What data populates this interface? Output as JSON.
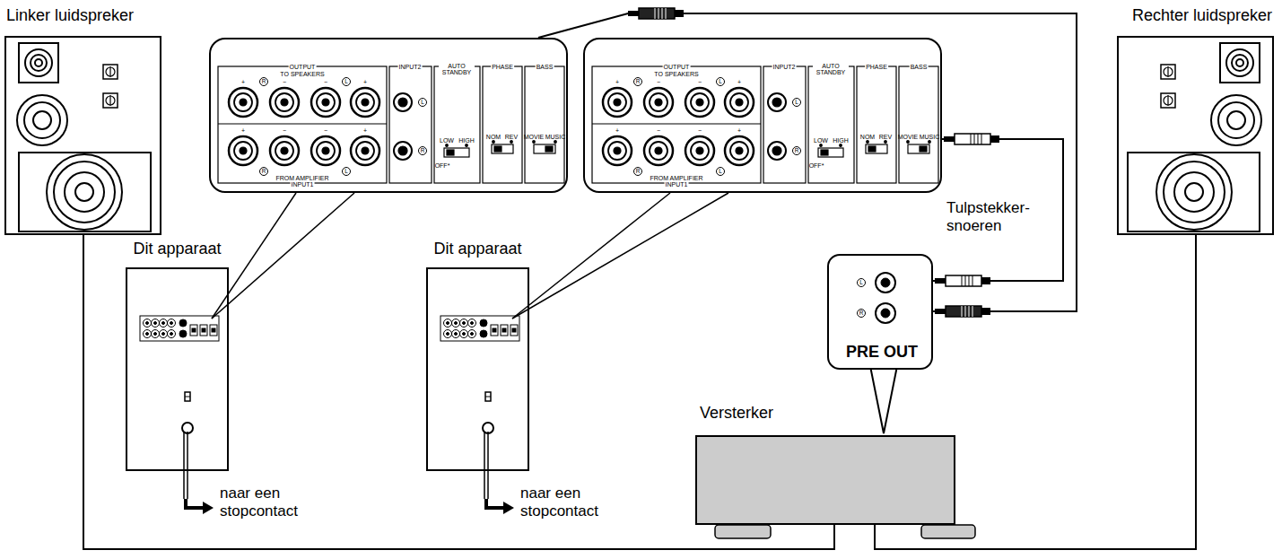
{
  "diagram": {
    "nodes": [
      {
        "text": [
          "Linker luidspreker"
        ]
      },
      {
        "text": [
          "OUTPUT",
          "TO SPEAKERS",
          "+",
          "R",
          "−",
          "−",
          "L",
          "+",
          "+",
          "−",
          "−",
          "+",
          "R",
          "L",
          "FROM AMPLIFIER",
          "INPUT1",
          "INPUT2",
          "L",
          "R",
          "AUTO STANDBY",
          "LOW",
          "HIGH",
          "OFF*",
          "PHASE",
          "NOM",
          "REV",
          "BASS",
          "MOVIE",
          "MUSIC"
        ]
      },
      {
        "text": [
          "OUTPUT",
          "TO SPEAKERS",
          "+",
          "R",
          "−",
          "−",
          "L",
          "+",
          "+",
          "−",
          "−",
          "+",
          "R",
          "L",
          "FROM AMPLIFIER",
          "INPUT1",
          "INPUT2",
          "L",
          "R",
          "AUTO STANDBY",
          "LOW",
          "HIGH",
          "OFF*",
          "PHASE",
          "NOM",
          "REV",
          "BASS",
          "MOVIE",
          "MUSIC"
        ]
      },
      {
        "text": [
          "Rechter luidspreker"
        ]
      },
      {
        "text": [
          "Dit apparaat"
        ]
      },
      {
        "text": [
          "Dit apparaat"
        ]
      },
      {
        "text": [
          "L",
          "R",
          "PRE OUT"
        ]
      },
      {
        "text": [
          "Versterker"
        ]
      }
    ],
    "edges": [
      {
        "from": 0,
        "to": 7,
        "arrow": "none"
      },
      {
        "from": 3,
        "to": 7,
        "arrow": "none"
      },
      {
        "from": 6,
        "to": 2,
        "arrow": "none"
      },
      {
        "from": 6,
        "to": 1,
        "arrow": "none"
      }
    ],
    "labels": [
      "Tulpstekker-snoeren",
      "naar een stopcontact",
      "naar een stopcontact"
    ]
  }
}
